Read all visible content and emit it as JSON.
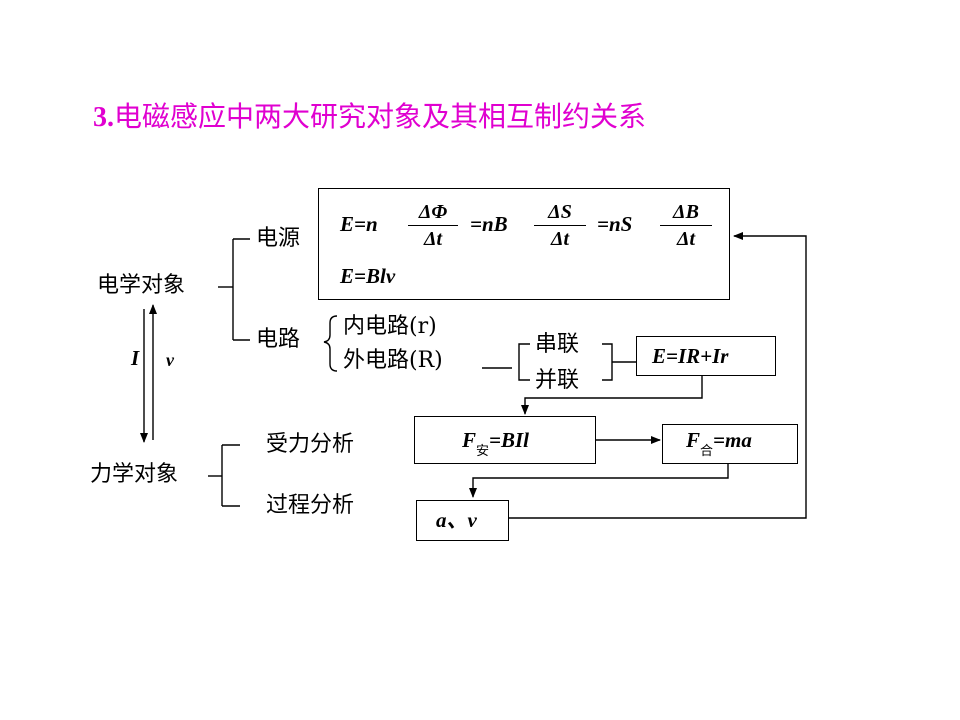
{
  "title": {
    "number": "3.",
    "text": "电磁感应中两大研究对象及其相互制约关系"
  },
  "left": {
    "electrical": "电学对象",
    "mechanical": "力学对象",
    "arrow_down_label": "I",
    "arrow_up_label": "v"
  },
  "source": {
    "label": "电源",
    "eq_lhs": "E=n",
    "frac1": {
      "num": "ΔΦ",
      "den": "Δt"
    },
    "eq_mid1": "=nB",
    "frac2": {
      "num": "ΔS",
      "den": "Δt"
    },
    "eq_mid2": "=nS",
    "frac3": {
      "num": "ΔB",
      "den": "Δt"
    },
    "eq2": "E=Blv"
  },
  "circuit": {
    "label": "电路",
    "inner": "内电路(r)",
    "outer": "外电路(R)",
    "series": "串联",
    "parallel": "并联",
    "formula": "E=IR+Ir"
  },
  "mechanics": {
    "force_analysis": "受力分析",
    "process_analysis": "过程分析",
    "ampere_force": {
      "main": "F",
      "sub": "安",
      "rest": "=BIl"
    },
    "net_force": {
      "main": "F",
      "sub": "合",
      "rest": "=ma"
    },
    "result": "a、v"
  }
}
